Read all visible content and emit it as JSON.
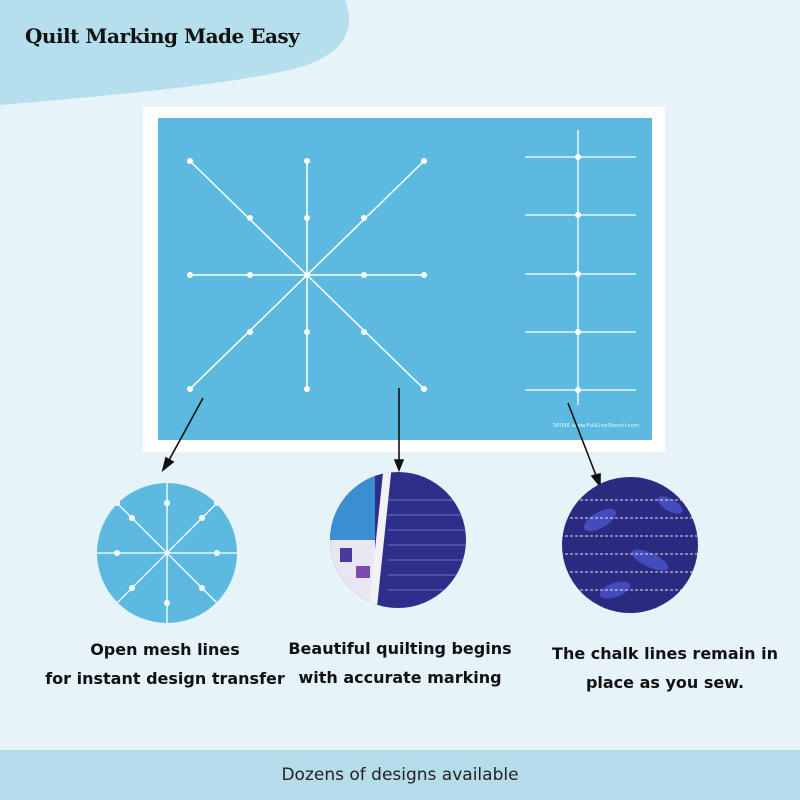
{
  "header": {
    "title": "Quilt Marking Made Easy"
  },
  "stencil": {
    "imprint": "30096 www.FullLineStencil.com",
    "color": "#5cb9df"
  },
  "features": [
    {
      "line1": "Open mesh lines",
      "line2": "for instant design  transfer"
    },
    {
      "line1": "Beautiful quilting begins",
      "line2": "with accurate marking"
    },
    {
      "line1": "The chalk lines remain in",
      "line2": "place  as you sew."
    }
  ],
  "footer": {
    "text": "Dozens of designs available"
  }
}
